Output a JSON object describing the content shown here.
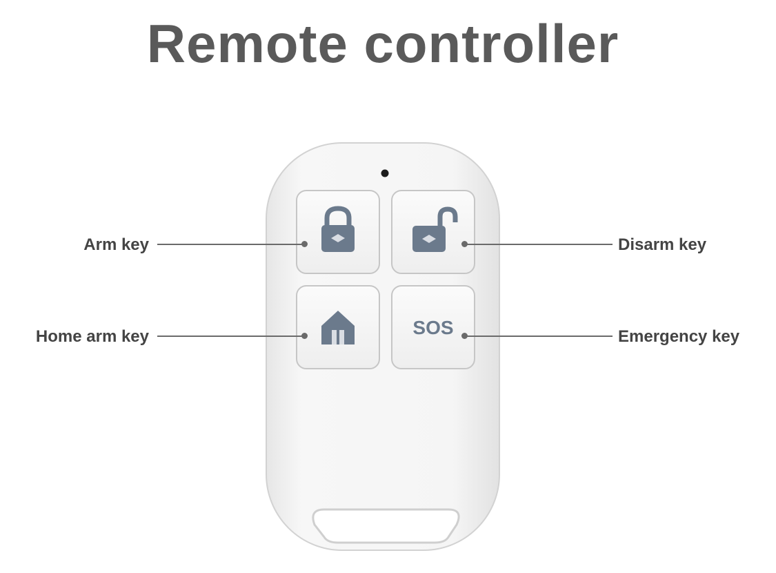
{
  "title": "Remote controller",
  "labels": {
    "arm_key": "Arm key",
    "disarm_key": "Disarm key",
    "home_arm_key": "Home arm key",
    "emergency_key": "Emergency key"
  },
  "buttons": {
    "sos_text": "SOS"
  },
  "icons": {
    "arm": "lock-icon",
    "disarm": "unlock-icon",
    "home_arm": "home-icon"
  },
  "colors": {
    "title": "#5a5a5a",
    "label": "#444444",
    "icon": "#6b7a8c",
    "body": "#f4f4f4"
  }
}
